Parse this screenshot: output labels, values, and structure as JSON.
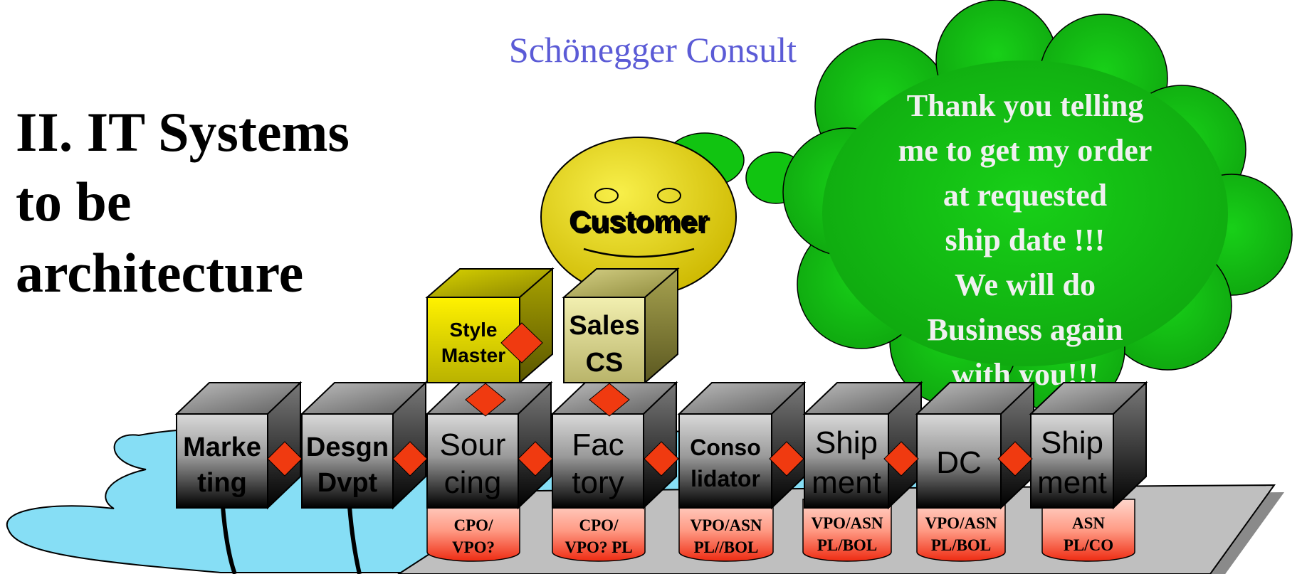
{
  "header": {
    "brand": "Schönegger  Consult"
  },
  "slide_title": {
    "line1": "II. IT Systems",
    "line2": "to be",
    "line3": "architecture"
  },
  "customer": {
    "label": "Customer"
  },
  "speech_bubble": {
    "lines": [
      "Thank you telling",
      "me to get my order",
      "at requested",
      "ship date !!!",
      "We will do",
      "Business again",
      "with you!!!"
    ]
  },
  "top_systems": [
    {
      "lines": [
        "Style",
        "Master"
      ]
    },
    {
      "lines": [
        "Sales",
        "CS"
      ]
    }
  ],
  "process_chain": [
    {
      "lines": [
        "Marke",
        "ting"
      ]
    },
    {
      "lines": [
        "Desgn",
        "Dvpt"
      ]
    },
    {
      "lines": [
        "Sour",
        "cing"
      ],
      "database": [
        "CPO/",
        "VPO?"
      ]
    },
    {
      "lines": [
        "Fac",
        "tory"
      ],
      "database": [
        "CPO/",
        "VPO? PL"
      ]
    },
    {
      "lines": [
        "Conso",
        "lidator"
      ],
      "database": [
        "VPO/ASN",
        "PL//BOL"
      ]
    },
    {
      "lines": [
        "Ship",
        "ment"
      ],
      "database": [
        "VPO/ASN",
        "PL/BOL"
      ]
    },
    {
      "lines": [
        "DC"
      ],
      "database": [
        "VPO/ASN",
        "PL/BOL"
      ]
    },
    {
      "lines": [
        "Ship",
        "ment"
      ],
      "database": [
        "ASN",
        "PL/CO"
      ]
    }
  ],
  "colors": {
    "cloud_green": "#11c411",
    "face_yellow": "#e9d80a",
    "diamond_red": "#f03a10",
    "water_blue": "#86def5",
    "brand_blue": "#5b5bd6"
  }
}
